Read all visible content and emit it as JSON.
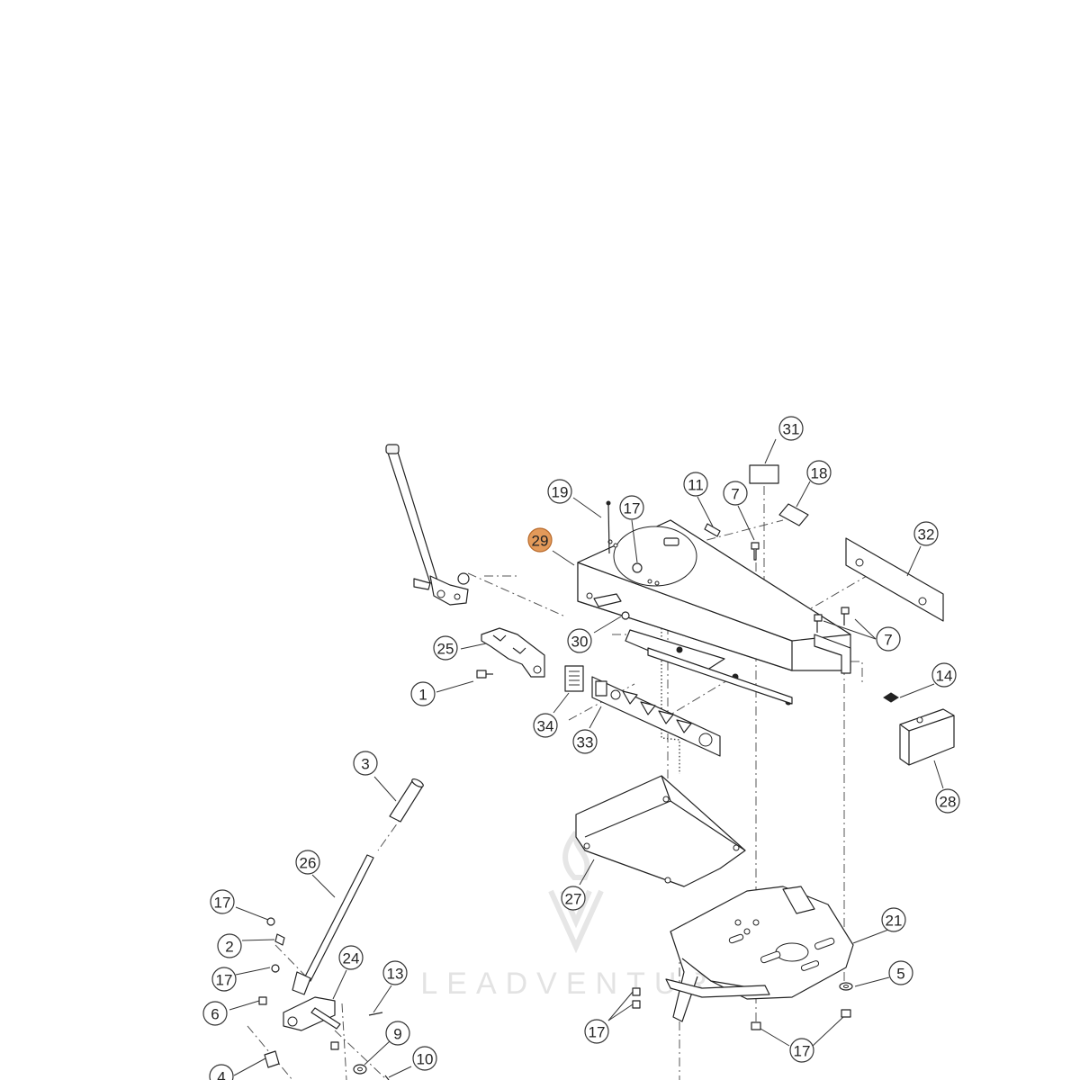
{
  "watermark": {
    "text": "LEADVENTURE"
  },
  "highlight_color": "#e39a5a",
  "callouts": [
    {
      "label": "31",
      "highlighted": false
    },
    {
      "label": "18",
      "highlighted": false
    },
    {
      "label": "19",
      "highlighted": false
    },
    {
      "label": "17",
      "highlighted": false
    },
    {
      "label": "11",
      "highlighted": false
    },
    {
      "label": "7",
      "highlighted": false
    },
    {
      "label": "29",
      "highlighted": true
    },
    {
      "label": "32",
      "highlighted": false
    },
    {
      "label": "7",
      "highlighted": false
    },
    {
      "label": "30",
      "highlighted": false
    },
    {
      "label": "25",
      "highlighted": false
    },
    {
      "label": "1",
      "highlighted": false
    },
    {
      "label": "14",
      "highlighted": false
    },
    {
      "label": "34",
      "highlighted": false
    },
    {
      "label": "33",
      "highlighted": false
    },
    {
      "label": "28",
      "highlighted": false
    },
    {
      "label": "3",
      "highlighted": false
    },
    {
      "label": "26",
      "highlighted": false
    },
    {
      "label": "27",
      "highlighted": false
    },
    {
      "label": "17",
      "highlighted": false
    },
    {
      "label": "21",
      "highlighted": false
    },
    {
      "label": "2",
      "highlighted": false
    },
    {
      "label": "24",
      "highlighted": false
    },
    {
      "label": "17",
      "highlighted": false
    },
    {
      "label": "13",
      "highlighted": false
    },
    {
      "label": "5",
      "highlighted": false
    },
    {
      "label": "6",
      "highlighted": false
    },
    {
      "label": "9",
      "highlighted": false
    },
    {
      "label": "17",
      "highlighted": false
    },
    {
      "label": "17",
      "highlighted": false
    },
    {
      "label": "10",
      "highlighted": false
    },
    {
      "label": "4",
      "highlighted": false
    }
  ]
}
